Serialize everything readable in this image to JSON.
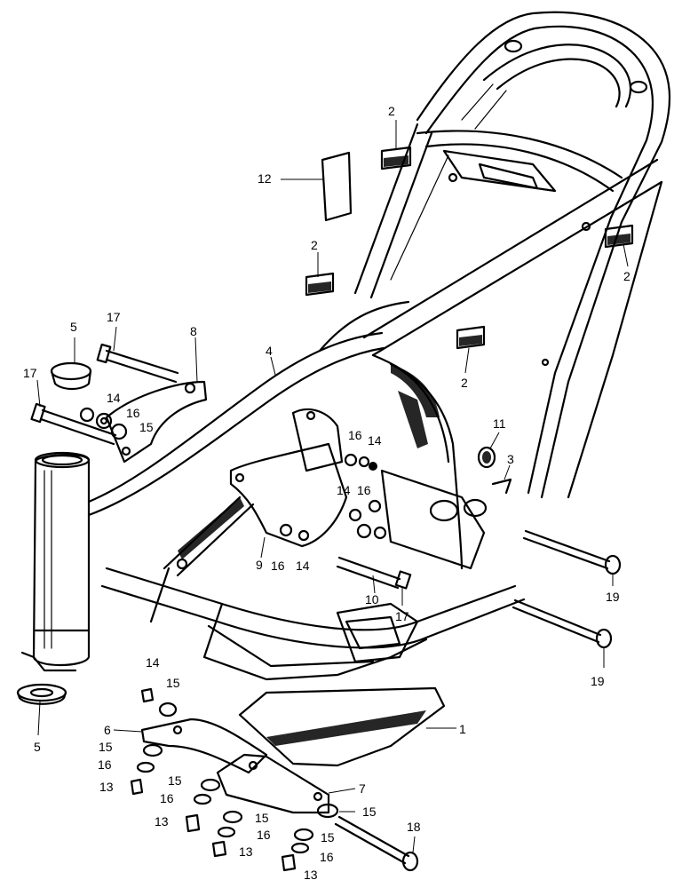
{
  "callouts": [
    {
      "id": "c1",
      "text": "1"
    },
    {
      "id": "c2a",
      "text": "2"
    },
    {
      "id": "c2b",
      "text": "2"
    },
    {
      "id": "c2c",
      "text": "2"
    },
    {
      "id": "c2d",
      "text": "2"
    },
    {
      "id": "c3",
      "text": "3"
    },
    {
      "id": "c4",
      "text": "4"
    },
    {
      "id": "c5a",
      "text": "5"
    },
    {
      "id": "c5b",
      "text": "5"
    },
    {
      "id": "c6",
      "text": "6"
    },
    {
      "id": "c7",
      "text": "7"
    },
    {
      "id": "c8",
      "text": "8"
    },
    {
      "id": "c9",
      "text": "9"
    },
    {
      "id": "c10",
      "text": "10"
    },
    {
      "id": "c11",
      "text": "11"
    },
    {
      "id": "c12",
      "text": "12"
    },
    {
      "id": "c13a",
      "text": "13"
    },
    {
      "id": "c13b",
      "text": "13"
    },
    {
      "id": "c13c",
      "text": "13"
    },
    {
      "id": "c13d",
      "text": "13"
    },
    {
      "id": "c14a",
      "text": "14"
    },
    {
      "id": "c14b",
      "text": "14"
    },
    {
      "id": "c14c",
      "text": "14"
    },
    {
      "id": "c14d",
      "text": "14"
    },
    {
      "id": "c14e",
      "text": "14"
    },
    {
      "id": "c15a",
      "text": "15"
    },
    {
      "id": "c15b",
      "text": "15"
    },
    {
      "id": "c15c",
      "text": "15"
    },
    {
      "id": "c15d",
      "text": "15"
    },
    {
      "id": "c15e",
      "text": "15"
    },
    {
      "id": "c15f",
      "text": "15"
    },
    {
      "id": "c16a",
      "text": "16"
    },
    {
      "id": "c16b",
      "text": "16"
    },
    {
      "id": "c16c",
      "text": "16"
    },
    {
      "id": "c16d",
      "text": "16"
    },
    {
      "id": "c16e",
      "text": "16"
    },
    {
      "id": "c16f",
      "text": "16"
    },
    {
      "id": "c16g",
      "text": "16"
    },
    {
      "id": "c17a",
      "text": "17"
    },
    {
      "id": "c17b",
      "text": "17"
    },
    {
      "id": "c17c",
      "text": "17"
    },
    {
      "id": "c18",
      "text": "18"
    },
    {
      "id": "c19a",
      "text": "19"
    },
    {
      "id": "c19b",
      "text": "19"
    }
  ]
}
